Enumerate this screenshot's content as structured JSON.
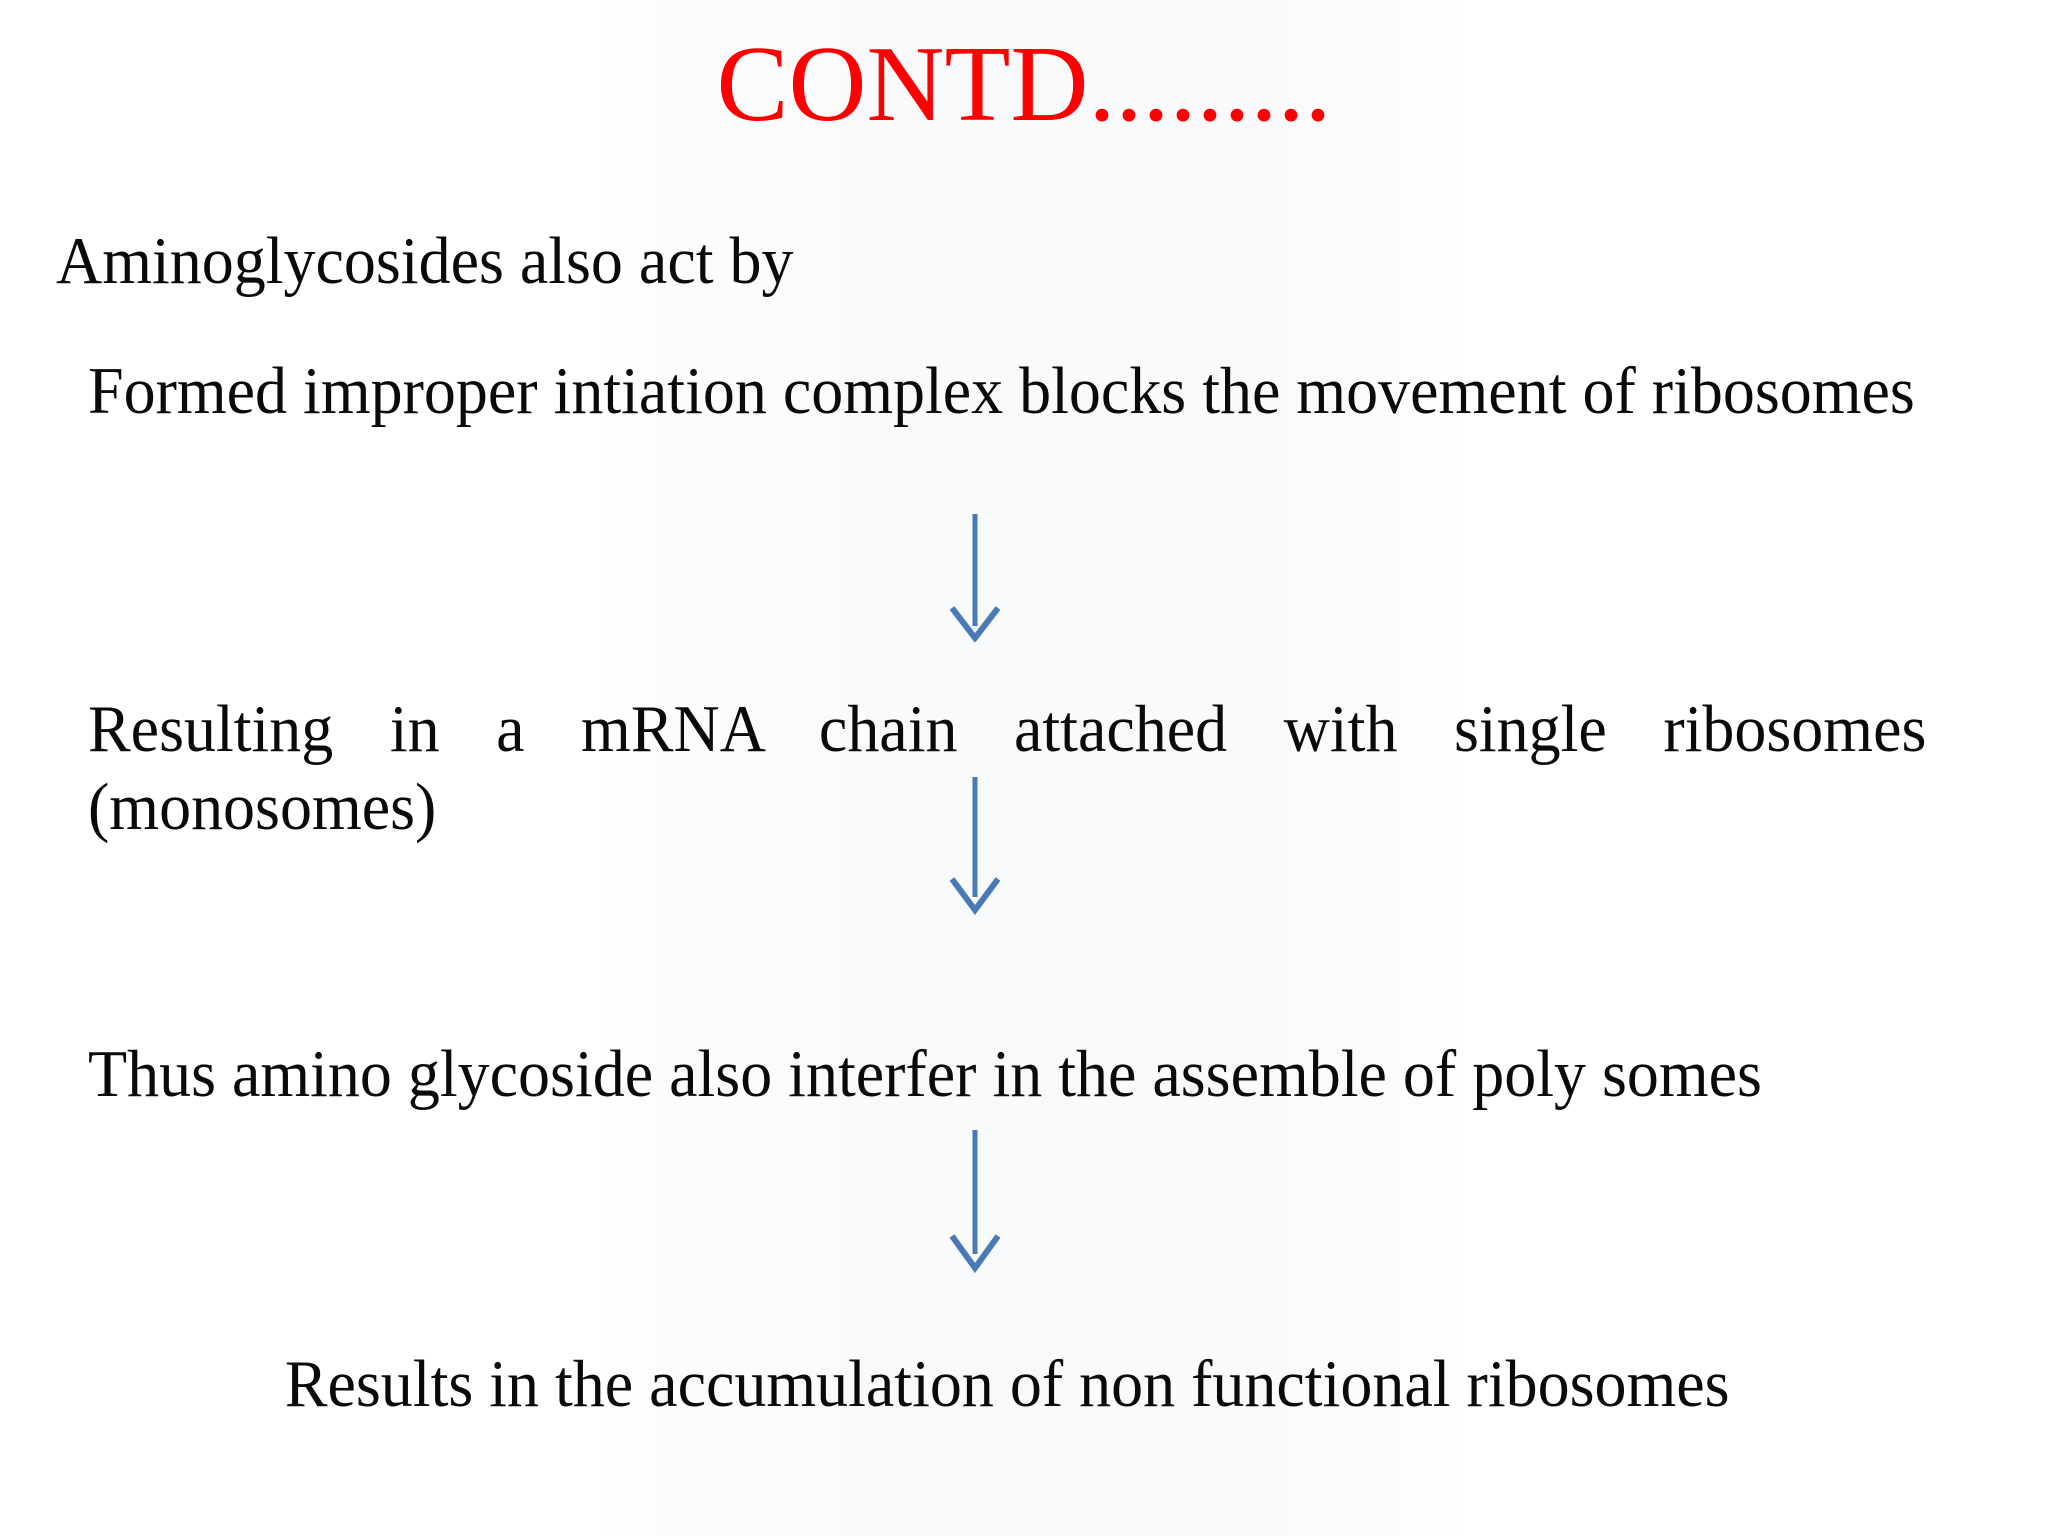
{
  "slide": {
    "title": "CONTD.........",
    "title_color": "#fe0000",
    "body_color": "#0a0a0c",
    "background_color": "#ffffff",
    "arrow_color": "#4a7ab5",
    "intro": "Aminoglycosides also act by",
    "steps": [
      {
        "id": "step-1",
        "text": "Formed improper intiation complex blocks the movement of ribosomes"
      },
      {
        "id": "step-2",
        "text": "Resulting in a mRNA chain attached with single ribosomes (monosomes)"
      },
      {
        "id": "step-3",
        "text": "Thus amino glycoside also interfer in the assemble of poly somes"
      },
      {
        "id": "step-4",
        "text": "Results in the accumulation of non functional ribosomes"
      }
    ],
    "arrows": [
      {
        "id": "arrow-1",
        "icon": "arrow-down-icon"
      },
      {
        "id": "arrow-2",
        "icon": "arrow-down-icon"
      },
      {
        "id": "arrow-3",
        "icon": "arrow-down-icon"
      }
    ]
  }
}
